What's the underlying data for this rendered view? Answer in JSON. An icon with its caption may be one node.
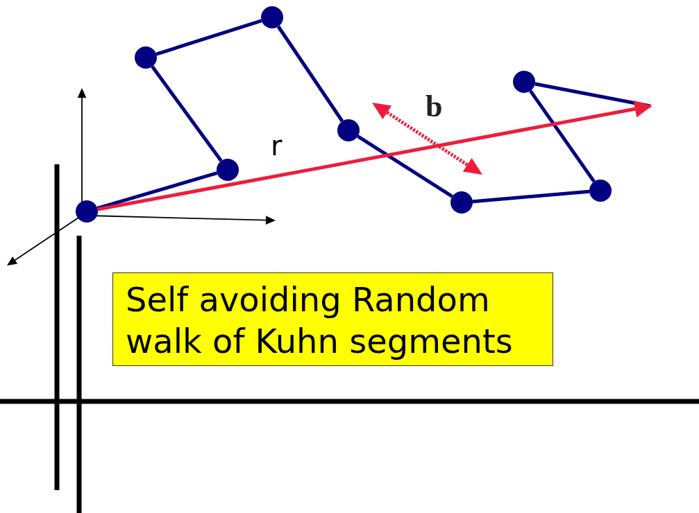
{
  "diagram": {
    "nodes": [
      {
        "text": [],
        "shape": "circle"
      },
      {
        "text": [],
        "shape": "circle"
      },
      {
        "text": [],
        "shape": "circle"
      },
      {
        "text": [],
        "shape": "circle"
      },
      {
        "text": [],
        "shape": "circle"
      },
      {
        "text": [],
        "shape": "circle"
      },
      {
        "text": [],
        "shape": "circle"
      },
      {
        "text": [],
        "shape": "circle"
      },
      {
        "text": [
          "Self avoiding Random walk of Kuhn segments"
        ]
      }
    ],
    "edges": [
      {
        "from": 0,
        "to": 1,
        "arrow": "none"
      },
      {
        "from": 1,
        "to": 2,
        "arrow": "none"
      },
      {
        "from": 2,
        "to": 3,
        "arrow": "none"
      },
      {
        "from": 3,
        "to": 4,
        "arrow": "none"
      },
      {
        "from": 4,
        "to": 5,
        "arrow": "none"
      },
      {
        "from": 5,
        "to": 6,
        "arrow": "none"
      },
      {
        "from": 6,
        "to": 7,
        "arrow": "none"
      },
      {
        "from": 7,
        "to": null,
        "arrow": "none"
      },
      {
        "from": 0,
        "to": null,
        "arrow": "to",
        "label": "r",
        "color": "#ee1c3c"
      }
    ],
    "labels": [
      "b"
    ]
  }
}
